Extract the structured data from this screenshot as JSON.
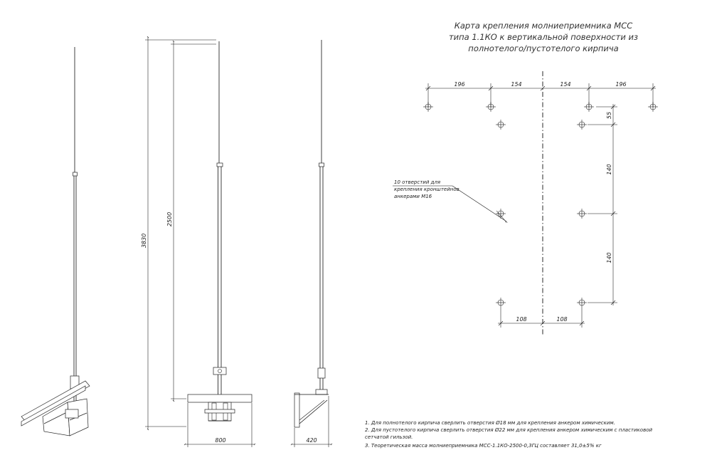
{
  "title": {
    "line1": "Карта крепления молниеприемника МСС",
    "line2": "типа 1.1КО к вертикальной поверхности из",
    "line3": "полнотелого/пустотелого кирпича"
  },
  "map": {
    "top_dims": [
      "196",
      "154",
      "154",
      "196"
    ],
    "right_dims": [
      "55",
      "140",
      "140"
    ],
    "bottom_dims": [
      "108",
      "108"
    ],
    "leader": {
      "line1": "10 отверстий для",
      "line2": "крепления кронштейнов",
      "line3": "анкерами М16"
    }
  },
  "views": {
    "height_total": "3830",
    "height_mast": "2500",
    "base_width_front": "800",
    "base_width_side": "420"
  },
  "notes": [
    "1.  Для полнотелого кирпича сверлить отверстия Ø18 мм для крепления анкером химическим.",
    "2.  Для пустотелого кирпича сверлить отверстия Ø22 мм для крепления анкером химическим с пластиковой",
    "сетчатой гильзой.",
    "3.  Теоретическая масса молниеприемника МСС-1.1КО-2500-0,3ГЦ составляет 31,0±5% кг"
  ]
}
